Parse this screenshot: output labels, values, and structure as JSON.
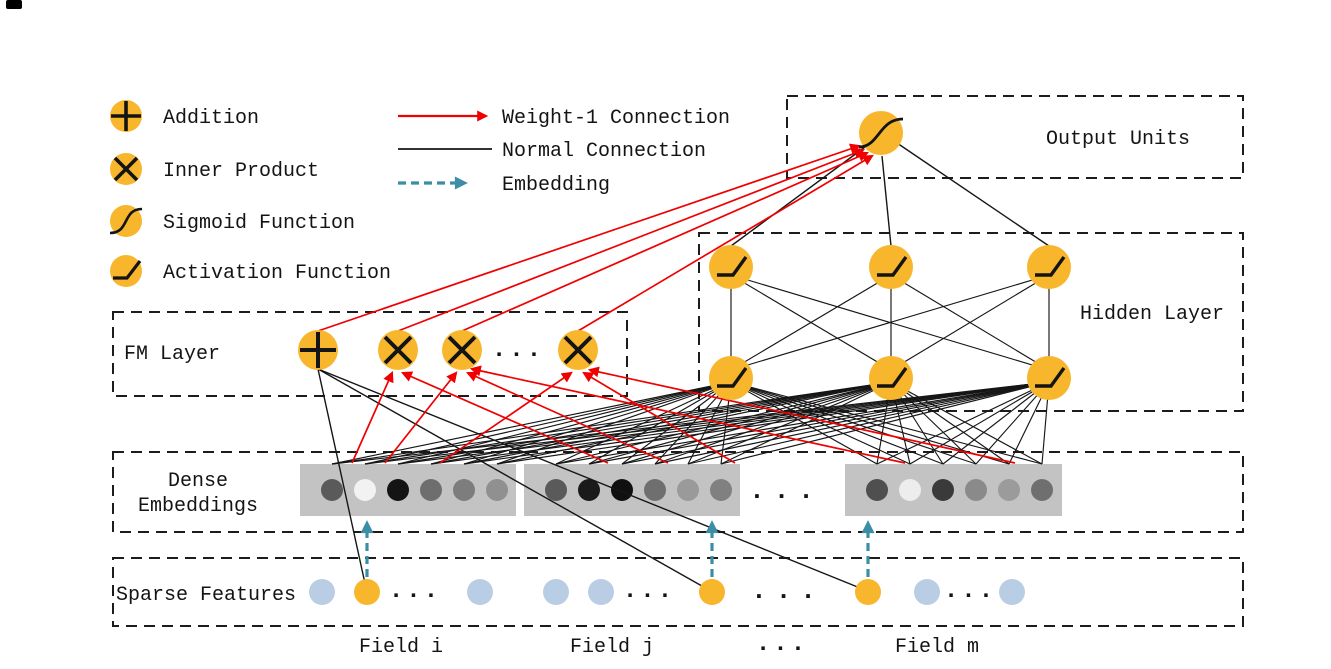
{
  "legend": {
    "nodes": [
      {
        "label": "Addition"
      },
      {
        "label": "Inner Product"
      },
      {
        "label": "Sigmoid Function"
      },
      {
        "label": "Activation Function"
      }
    ],
    "connections": [
      {
        "label": "Weight-1 Connection"
      },
      {
        "label": "Normal Connection"
      },
      {
        "label": "Embedding"
      }
    ]
  },
  "layers": {
    "output": {
      "label": "Output Units"
    },
    "hidden": {
      "label": "Hidden Layer"
    },
    "fm": {
      "label": "FM Layer"
    },
    "dense": {
      "label_line1": "Dense",
      "label_line2": "Embeddings"
    },
    "sparse": {
      "label": "Sparse Features"
    }
  },
  "fields": {
    "i": "Field i",
    "j": "Field j",
    "dots": "...",
    "m": "Field m"
  },
  "ellipsis": "...",
  "colors": {
    "node_yellow": "#F8B62D",
    "sparse_active": "#F8B62D",
    "sparse_inactive": "#B9CDE5",
    "weight1_red": "#F00000",
    "embedding_teal": "#3B8EA5",
    "embedding_rect": "#C3C3C3",
    "line_black": "#161616"
  },
  "embedding_shades": {
    "v1": [
      "#5A5A5A",
      "#F2F2F2",
      "#141414",
      "#6E6E6E",
      "#7D7D7D",
      "#909090"
    ],
    "v2": [
      "#5A5A5A",
      "#1A1A1A",
      "#101010",
      "#6F6F6F",
      "#9A9A9A",
      "#808080"
    ],
    "v3": [
      "#4F4F4F",
      "#EDEDED",
      "#3A3A3A",
      "#8A8A8A",
      "#9B9B9B",
      "#6F6F6F"
    ]
  }
}
